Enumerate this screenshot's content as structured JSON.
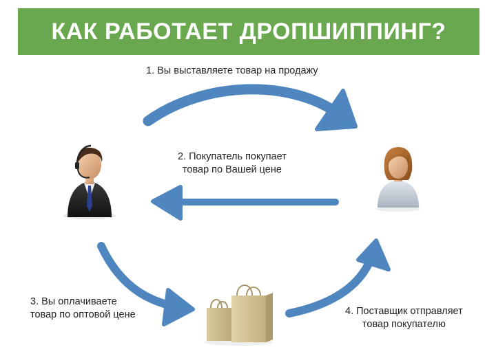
{
  "header": {
    "title": "КАК РАБОТАЕТ ДРОПШИППИНГ?",
    "background_color": "#6aa84f",
    "text_color": "#ffffff"
  },
  "arrow_color": "#4f86c0",
  "steps": [
    {
      "line1": "1. Вы выставляете товар на продажу"
    },
    {
      "line1": "2. Покупатель покупает",
      "line2": "товар по Вашей цене"
    },
    {
      "line1": "3. Вы оплачиваете",
      "line2": "товар по оптовой цене"
    },
    {
      "line1": "4. Поставщик отправляет",
      "line2": "товар покупателю"
    }
  ],
  "icons": {
    "seller": "person-headset-icon",
    "buyer": "person-woman-icon",
    "goods": "shopping-bags-icon"
  }
}
